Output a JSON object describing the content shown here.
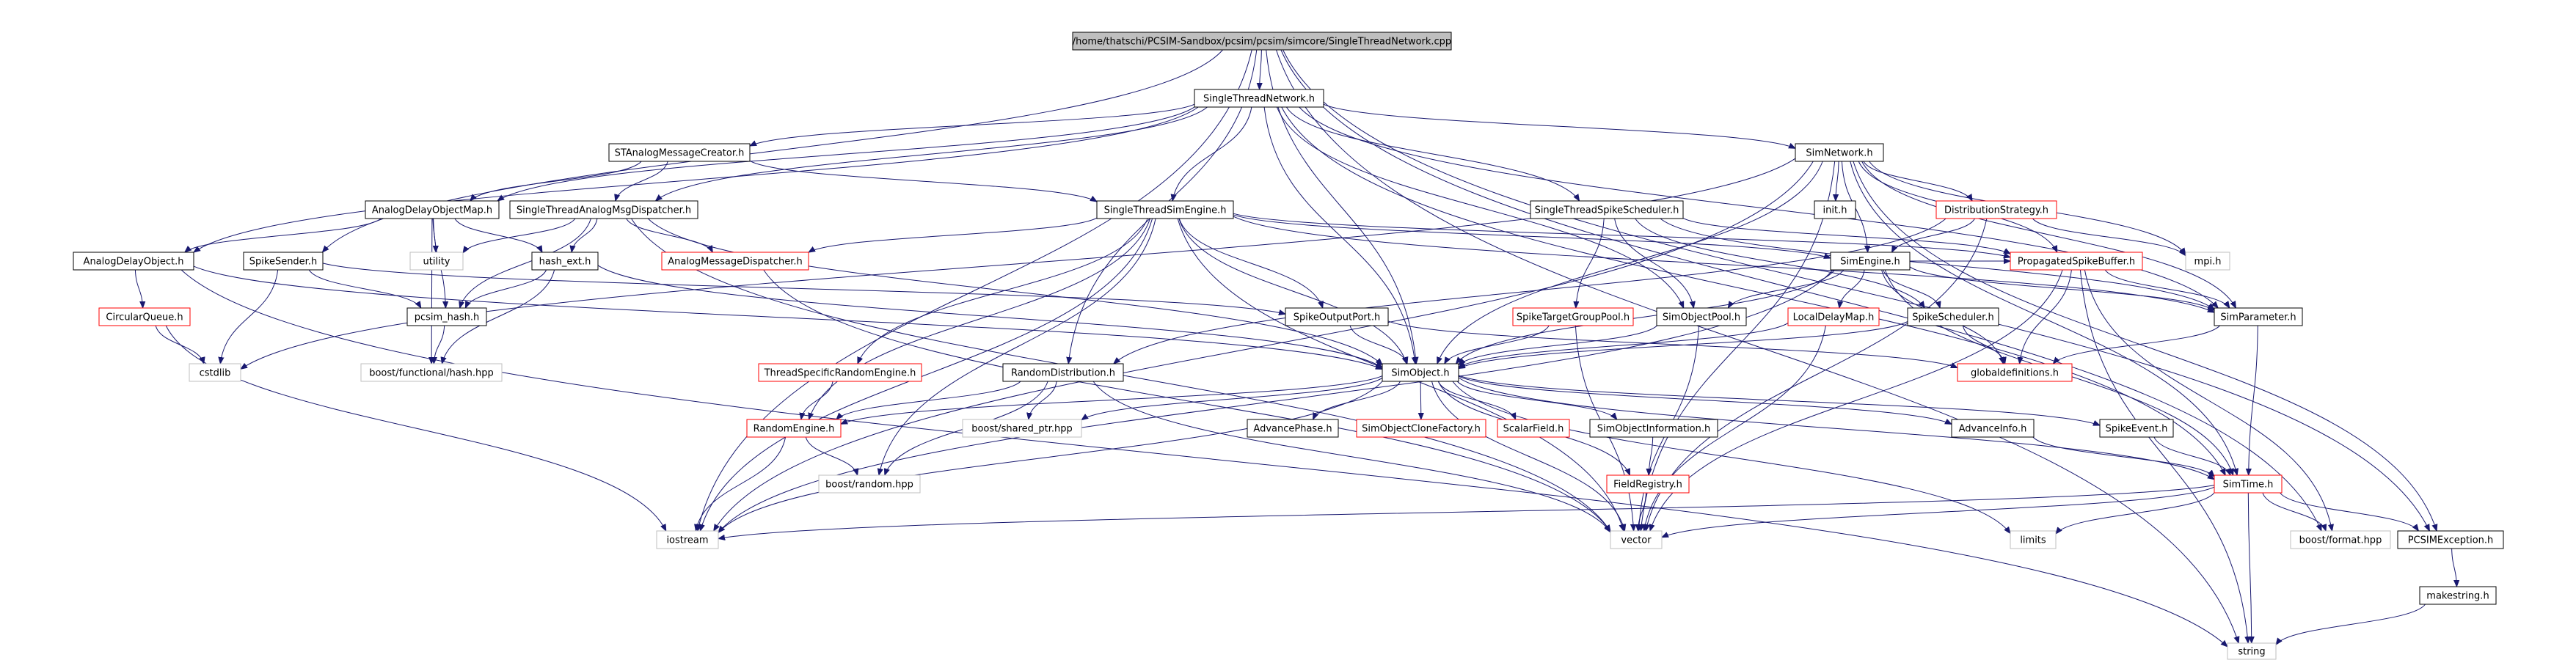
{
  "colors": {
    "edge": "#191970",
    "root_fill": "#bfbfbf",
    "border_normal": "#000000",
    "border_red": "#ff0000",
    "border_gray": "#bfbfbf",
    "text": "#000000",
    "background": "#ffffff"
  },
  "nodes": [
    {
      "id": "root",
      "label": "/home/thatschi/PCSIM-Sandbox/pcsim/pcsim/simcore/SingleThreadNetwork.cpp",
      "style": "root"
    },
    {
      "id": "stn",
      "label": "SingleThreadNetwork.h",
      "style": "normal"
    },
    {
      "id": "stamc",
      "label": "STAnalogMessageCreator.h",
      "style": "normal"
    },
    {
      "id": "simnet",
      "label": "SimNetwork.h",
      "style": "normal"
    },
    {
      "id": "adom",
      "label": "AnalogDelayObjectMap.h",
      "style": "normal"
    },
    {
      "id": "stamd",
      "label": "SingleThreadAnalogMsgDispatcher.h",
      "style": "normal"
    },
    {
      "id": "stse",
      "label": "SingleThreadSimEngine.h",
      "style": "normal"
    },
    {
      "id": "stss",
      "label": "SingleThreadSpikeScheduler.h",
      "style": "normal"
    },
    {
      "id": "init",
      "label": "init.h",
      "style": "normal"
    },
    {
      "id": "diststrat",
      "label": "DistributionStrategy.h",
      "style": "red"
    },
    {
      "id": "mpi",
      "label": "mpi.h",
      "style": "gray"
    },
    {
      "id": "ado",
      "label": "AnalogDelayObject.h",
      "style": "normal"
    },
    {
      "id": "spsender",
      "label": "SpikeSender.h",
      "style": "normal"
    },
    {
      "id": "utility",
      "label": "utility",
      "style": "gray"
    },
    {
      "id": "hashext",
      "label": "hash_ext.h",
      "style": "normal"
    },
    {
      "id": "amd",
      "label": "AnalogMessageDispatcher.h",
      "style": "red"
    },
    {
      "id": "simengine",
      "label": "SimEngine.h",
      "style": "normal"
    },
    {
      "id": "psb",
      "label": "PropagatedSpikeBuffer.h",
      "style": "red"
    },
    {
      "id": "cq",
      "label": "CircularQueue.h",
      "style": "red"
    },
    {
      "id": "pcsimhash",
      "label": "pcsim_hash.h",
      "style": "normal"
    },
    {
      "id": "spop",
      "label": "SpikeOutputPort.h",
      "style": "normal"
    },
    {
      "id": "stgp",
      "label": "SpikeTargetGroupPool.h",
      "style": "red"
    },
    {
      "id": "sop",
      "label": "SimObjectPool.h",
      "style": "normal"
    },
    {
      "id": "ldm",
      "label": "LocalDelayMap.h",
      "style": "red"
    },
    {
      "id": "spsched",
      "label": "SpikeScheduler.h",
      "style": "normal"
    },
    {
      "id": "simparam",
      "label": "SimParameter.h",
      "style": "normal"
    },
    {
      "id": "cstdlib",
      "label": "cstdlib",
      "style": "gray"
    },
    {
      "id": "bfh",
      "label": "boost/functional/hash.hpp",
      "style": "gray"
    },
    {
      "id": "tsre",
      "label": "ThreadSpecificRandomEngine.h",
      "style": "red"
    },
    {
      "id": "rd",
      "label": "RandomDistribution.h",
      "style": "normal"
    },
    {
      "id": "simobject",
      "label": "SimObject.h",
      "style": "normal"
    },
    {
      "id": "globdef",
      "label": "globaldefinitions.h",
      "style": "red"
    },
    {
      "id": "re",
      "label": "RandomEngine.h",
      "style": "red"
    },
    {
      "id": "bsp",
      "label": "boost/shared_ptr.hpp",
      "style": "gray"
    },
    {
      "id": "advphase",
      "label": "AdvancePhase.h",
      "style": "normal"
    },
    {
      "id": "socf",
      "label": "SimObjectCloneFactory.h",
      "style": "red"
    },
    {
      "id": "sfield",
      "label": "ScalarField.h",
      "style": "red"
    },
    {
      "id": "soinfo",
      "label": "SimObjectInformation.h",
      "style": "normal"
    },
    {
      "id": "advinfo",
      "label": "AdvanceInfo.h",
      "style": "normal"
    },
    {
      "id": "spevent",
      "label": "SpikeEvent.h",
      "style": "normal"
    },
    {
      "id": "brandom",
      "label": "boost/random.hpp",
      "style": "gray"
    },
    {
      "id": "freg",
      "label": "FieldRegistry.h",
      "style": "red"
    },
    {
      "id": "simtime",
      "label": "SimTime.h",
      "style": "red"
    },
    {
      "id": "iostream",
      "label": "iostream",
      "style": "gray"
    },
    {
      "id": "vector",
      "label": "vector",
      "style": "gray"
    },
    {
      "id": "limits",
      "label": "limits",
      "style": "gray"
    },
    {
      "id": "bformat",
      "label": "boost/format.hpp",
      "style": "gray"
    },
    {
      "id": "pcsimexc",
      "label": "PCSIMException.h",
      "style": "normal"
    },
    {
      "id": "makestr",
      "label": "makestring.h",
      "style": "normal"
    },
    {
      "id": "string",
      "label": "string",
      "style": "gray"
    }
  ],
  "edges": [
    [
      "root",
      "stn"
    ],
    [
      "root",
      "rd"
    ],
    [
      "root",
      "simobject"
    ],
    [
      "root",
      "spsender"
    ],
    [
      "root",
      "iostream"
    ],
    [
      "root",
      "string"
    ],
    [
      "root",
      "pcsimexc"
    ],
    [
      "root",
      "bformat"
    ],
    [
      "stn",
      "stamc"
    ],
    [
      "stn",
      "simnet"
    ],
    [
      "stn",
      "adom"
    ],
    [
      "stn",
      "stamd"
    ],
    [
      "stn",
      "stse"
    ],
    [
      "stn",
      "stss"
    ],
    [
      "stn",
      "ado"
    ],
    [
      "stn",
      "simobject"
    ],
    [
      "stn",
      "sop"
    ],
    [
      "stn",
      "simparam"
    ],
    [
      "stn",
      "simtime"
    ],
    [
      "stamc",
      "stamd"
    ],
    [
      "stamc",
      "stse"
    ],
    [
      "stamc",
      "adom"
    ],
    [
      "simnet",
      "init"
    ],
    [
      "simnet",
      "diststrat"
    ],
    [
      "simnet",
      "mpi"
    ],
    [
      "simnet",
      "simengine"
    ],
    [
      "simnet",
      "simparam"
    ],
    [
      "simnet",
      "simtime"
    ],
    [
      "simnet",
      "pcsimexc"
    ],
    [
      "simnet",
      "vector"
    ],
    [
      "simnet",
      "iostream"
    ],
    [
      "simnet",
      "simobject"
    ],
    [
      "simnet",
      "cstdlib"
    ],
    [
      "simnet",
      "psb"
    ],
    [
      "adom",
      "ado"
    ],
    [
      "adom",
      "pcsimhash"
    ],
    [
      "adom",
      "utility"
    ],
    [
      "adom",
      "hashext"
    ],
    [
      "adom",
      "bfh"
    ],
    [
      "stamd",
      "amd"
    ],
    [
      "stamd",
      "hashext"
    ],
    [
      "stamd",
      "utility"
    ],
    [
      "stamd",
      "pcsimhash"
    ],
    [
      "stamd",
      "simobject"
    ],
    [
      "stamd",
      "vector"
    ],
    [
      "stse",
      "simengine"
    ],
    [
      "stse",
      "amd"
    ],
    [
      "stse",
      "spop"
    ],
    [
      "stse",
      "simobject"
    ],
    [
      "stse",
      "tsre"
    ],
    [
      "stse",
      "re"
    ],
    [
      "stse",
      "brandom"
    ],
    [
      "stse",
      "vector"
    ],
    [
      "stse",
      "iostream"
    ],
    [
      "stse",
      "psb"
    ],
    [
      "stse",
      "simparam"
    ],
    [
      "stss",
      "spsched"
    ],
    [
      "stss",
      "stgp"
    ],
    [
      "stss",
      "sop"
    ],
    [
      "stss",
      "psb"
    ],
    [
      "stss",
      "simparam"
    ],
    [
      "diststrat",
      "simengine"
    ],
    [
      "diststrat",
      "mpi"
    ],
    [
      "diststrat",
      "rd"
    ],
    [
      "diststrat",
      "vector"
    ],
    [
      "ado",
      "cq"
    ],
    [
      "ado",
      "simobject"
    ],
    [
      "ado",
      "string"
    ],
    [
      "spsender",
      "spop"
    ],
    [
      "spsender",
      "pcsimhash"
    ],
    [
      "spsender",
      "cstdlib"
    ],
    [
      "hashext",
      "pcsimhash"
    ],
    [
      "hashext",
      "bfh"
    ],
    [
      "hashext",
      "simobject"
    ],
    [
      "amd",
      "vector"
    ],
    [
      "simengine",
      "psb"
    ],
    [
      "simengine",
      "sop"
    ],
    [
      "simengine",
      "ldm"
    ],
    [
      "simengine",
      "spsched"
    ],
    [
      "simengine",
      "globdef"
    ],
    [
      "simengine",
      "iostream"
    ],
    [
      "simengine",
      "simtime"
    ],
    [
      "simengine",
      "simparam"
    ],
    [
      "simengine",
      "simobject"
    ],
    [
      "psb",
      "simparam"
    ],
    [
      "psb",
      "globdef"
    ],
    [
      "psb",
      "vector"
    ],
    [
      "psb",
      "bformat"
    ],
    [
      "psb",
      "string"
    ],
    [
      "cq",
      "cstdlib"
    ],
    [
      "cq",
      "iostream"
    ],
    [
      "pcsimhash",
      "bfh"
    ],
    [
      "spop",
      "globdef"
    ],
    [
      "spop",
      "simobject"
    ],
    [
      "stgp",
      "simobject"
    ],
    [
      "stgp",
      "vector"
    ],
    [
      "sop",
      "simobject"
    ],
    [
      "sop",
      "vector"
    ],
    [
      "ldm",
      "simobject"
    ],
    [
      "ldm",
      "vector"
    ],
    [
      "spsched",
      "globdef"
    ],
    [
      "spsched",
      "simobject"
    ],
    [
      "simparam",
      "globdef"
    ],
    [
      "simparam",
      "simtime"
    ],
    [
      "tsre",
      "re"
    ],
    [
      "rd",
      "re"
    ],
    [
      "rd",
      "brandom"
    ],
    [
      "rd",
      "vector"
    ],
    [
      "rd",
      "bsp"
    ],
    [
      "simobject",
      "advphase"
    ],
    [
      "simobject",
      "socf"
    ],
    [
      "simobject",
      "sfield"
    ],
    [
      "simobject",
      "soinfo"
    ],
    [
      "simobject",
      "advinfo"
    ],
    [
      "simobject",
      "spevent"
    ],
    [
      "simobject",
      "freg"
    ],
    [
      "simobject",
      "vector"
    ],
    [
      "simobject",
      "iostream"
    ],
    [
      "simobject",
      "bsp"
    ],
    [
      "simobject",
      "re"
    ],
    [
      "simobject",
      "limits"
    ],
    [
      "simobject",
      "simtime"
    ],
    [
      "re",
      "brandom"
    ],
    [
      "re",
      "iostream"
    ],
    [
      "soinfo",
      "freg"
    ],
    [
      "advinfo",
      "simtime"
    ],
    [
      "spevent",
      "simtime"
    ],
    [
      "freg",
      "vector"
    ],
    [
      "simtime",
      "iostream"
    ],
    [
      "simtime",
      "vector"
    ],
    [
      "simtime",
      "limits"
    ],
    [
      "simtime",
      "bformat"
    ],
    [
      "simtime",
      "pcsimexc"
    ],
    [
      "simtime",
      "string"
    ],
    [
      "pcsimexc",
      "makestr"
    ],
    [
      "makestr",
      "string"
    ]
  ]
}
